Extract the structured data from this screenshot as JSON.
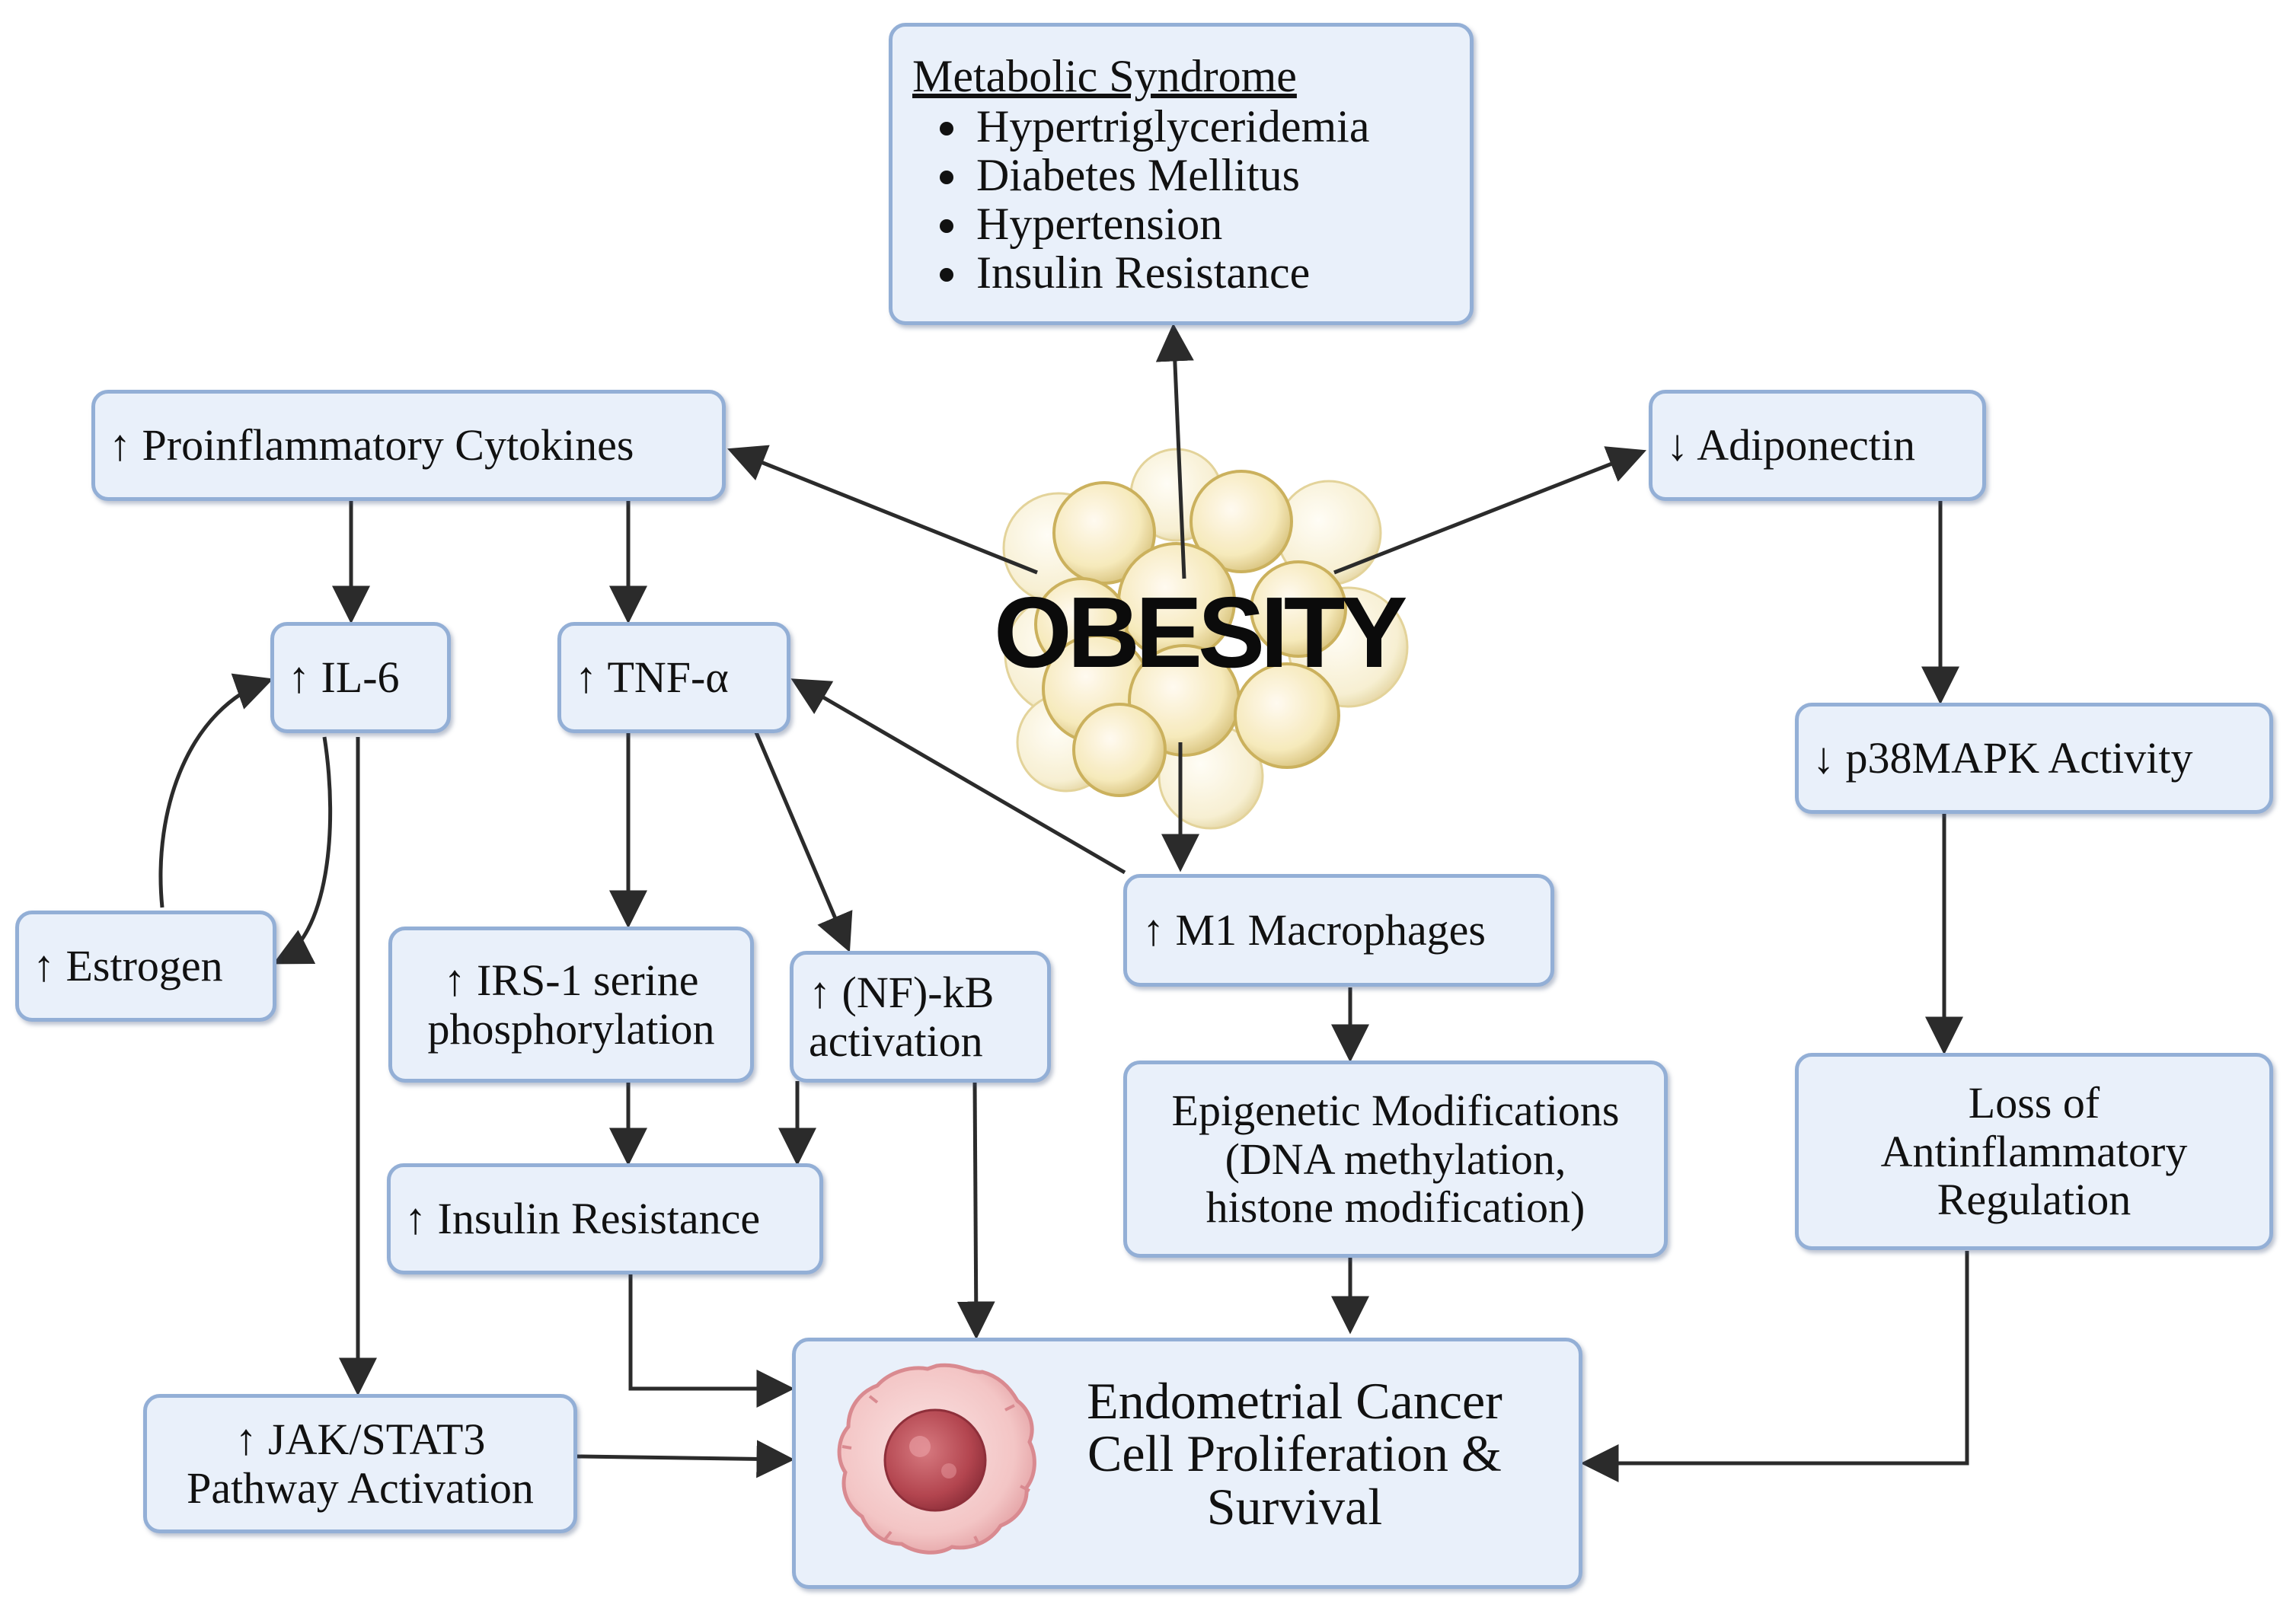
{
  "center_label": "OBESITY",
  "metabolic_syndrome": {
    "title": "Metabolic Syndrome",
    "items": [
      "Hypertriglyceridemia",
      "Diabetes Mellitus",
      "Hypertension",
      "Insulin Resistance"
    ]
  },
  "nodes": {
    "proinflammatory": "↑ Proinflammatory Cytokines",
    "adiponectin": "↓ Adiponectin",
    "il6": "↑ IL-6",
    "tnf": "↑ TNF-α",
    "estrogen": "↑ Estrogen",
    "irs1_line1": "↑ IRS-1 serine",
    "irs1_line2": "phosphorylation",
    "nfkb_line1": "↑ (NF)-kB",
    "nfkb_line2": "activation",
    "m1": "↑ M1 Macrophages",
    "p38": "↓ p38MAPK Activity",
    "epigenetic_line1": "Epigenetic Modifications",
    "epigenetic_line2": "(DNA methylation,",
    "epigenetic_line3": "histone modification)",
    "loss_line1": "Loss of",
    "loss_line2": "Antinflammatory",
    "loss_line3": "Regulation",
    "insulin_resistance": "↑ Insulin Resistance",
    "jak_line1": "↑ JAK/STAT3",
    "jak_line2": "Pathway Activation",
    "cancer_line1": "Endometrial Cancer",
    "cancer_line2": "Cell Proliferation &",
    "cancer_line3": "Survival"
  },
  "colors": {
    "box_fill": "#e9f0fa",
    "box_border": "#93afd6",
    "arrow": "#2b2b2b",
    "fat_cell": "#f6e9b8",
    "cancer_cell": "#c0525c"
  },
  "icons": [
    "fat-cell-cluster-icon",
    "cancer-cell-icon"
  ]
}
